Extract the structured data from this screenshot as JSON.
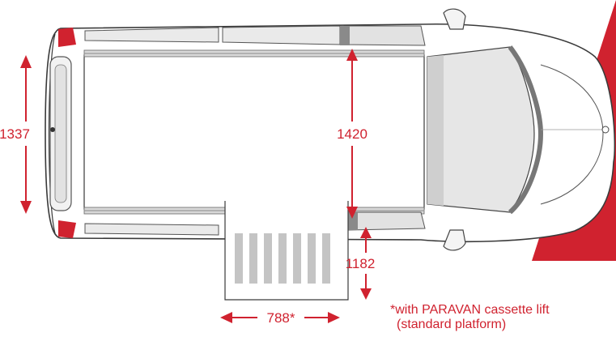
{
  "colors": {
    "accent": "#d0222f",
    "body_outline": "#3a3a3a",
    "glass": "#e6e6e6",
    "trim": "#8a8a8a",
    "platform": "#bdbdbd"
  },
  "dimensions": {
    "height_label": "1337",
    "interior_height_label": "1420",
    "door_clearance_label": "1182",
    "platform_width_label": "788*"
  },
  "note": {
    "line1": "*with PARAVAN cassette lift",
    "line2": "(standard platform)"
  }
}
